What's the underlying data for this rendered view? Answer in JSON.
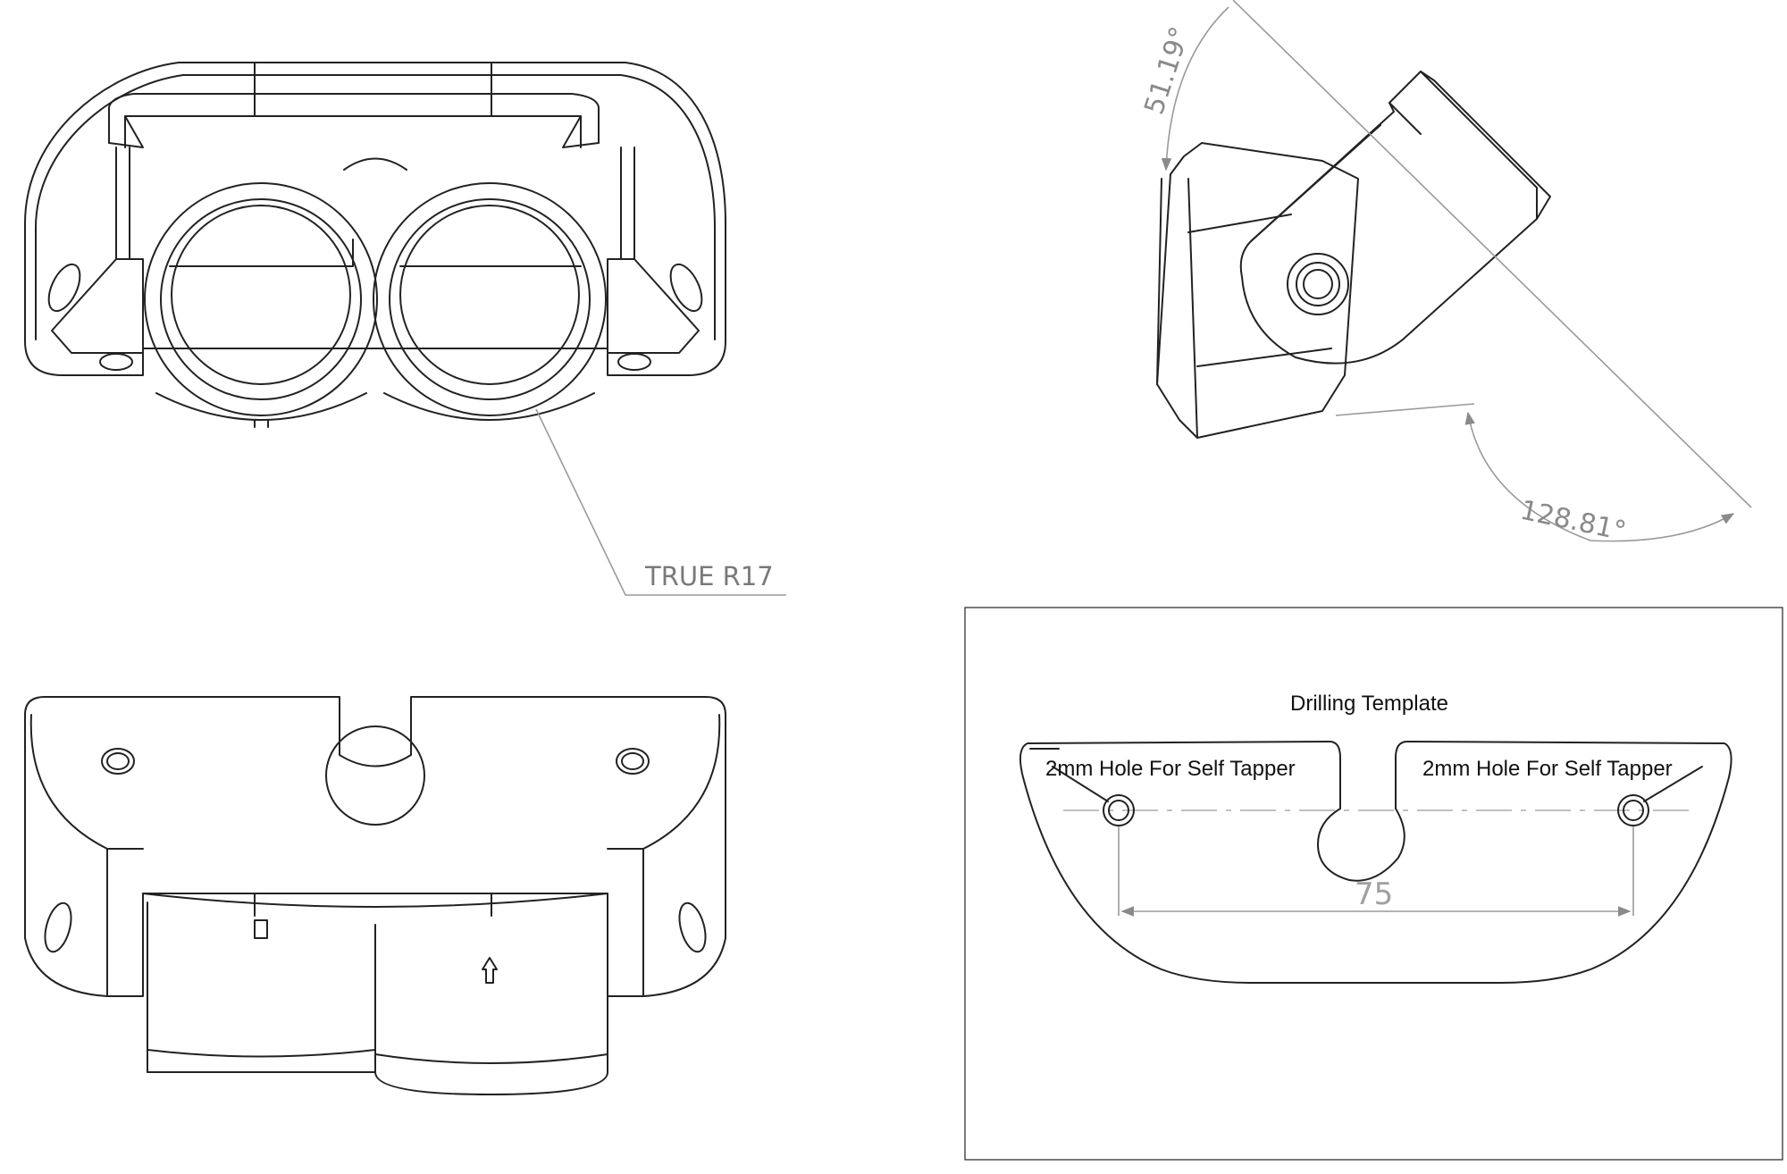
{
  "views": {
    "front": {
      "callout": "TRUE R17"
    },
    "side": {
      "angle_top": "51.19°",
      "angle_bottom": "128.81°"
    },
    "template": {
      "title": "Drilling Template",
      "hole_left": "2mm Hole For Self Tapper",
      "hole_right": "2mm Hole For Self Tapper",
      "dimension": "75"
    }
  }
}
